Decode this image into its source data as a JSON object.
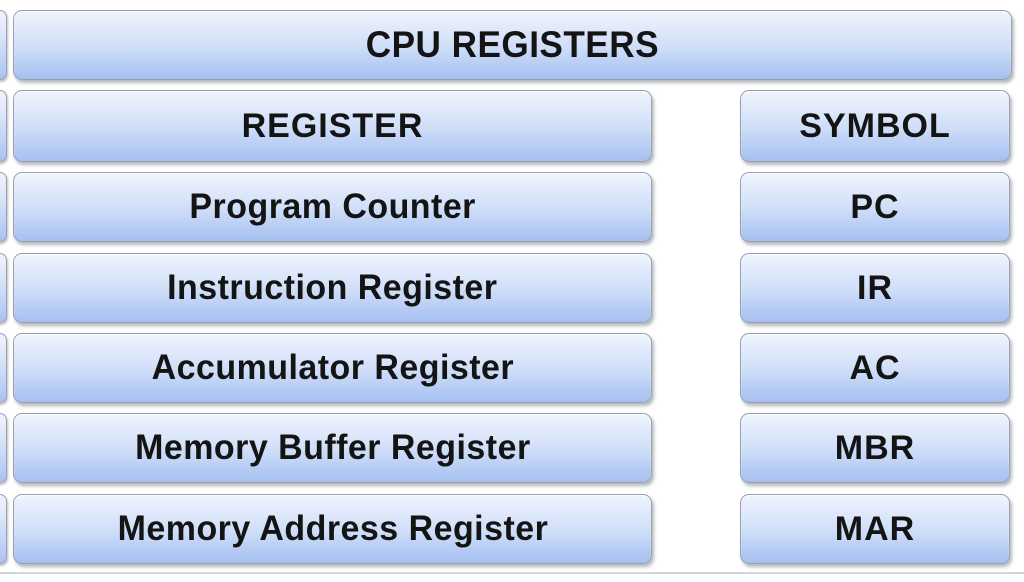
{
  "title": "CPU REGISTERS",
  "columns": {
    "register": "REGISTER",
    "symbol": "SYMBOL"
  },
  "rows": [
    {
      "register": "Program Counter",
      "symbol": "PC"
    },
    {
      "register": "Instruction Register",
      "symbol": "IR"
    },
    {
      "register": "Accumulator Register",
      "symbol": "AC"
    },
    {
      "register": "Memory Buffer Register",
      "symbol": "MBR"
    },
    {
      "register": "Memory Address Register",
      "symbol": "MAR"
    }
  ],
  "colors": {
    "box_gradient_top": "#f0f4fd",
    "box_gradient_bottom": "#a6c1f0",
    "box_border": "#9aa1ac",
    "text": "#141414",
    "page_background": "#ffffff"
  }
}
